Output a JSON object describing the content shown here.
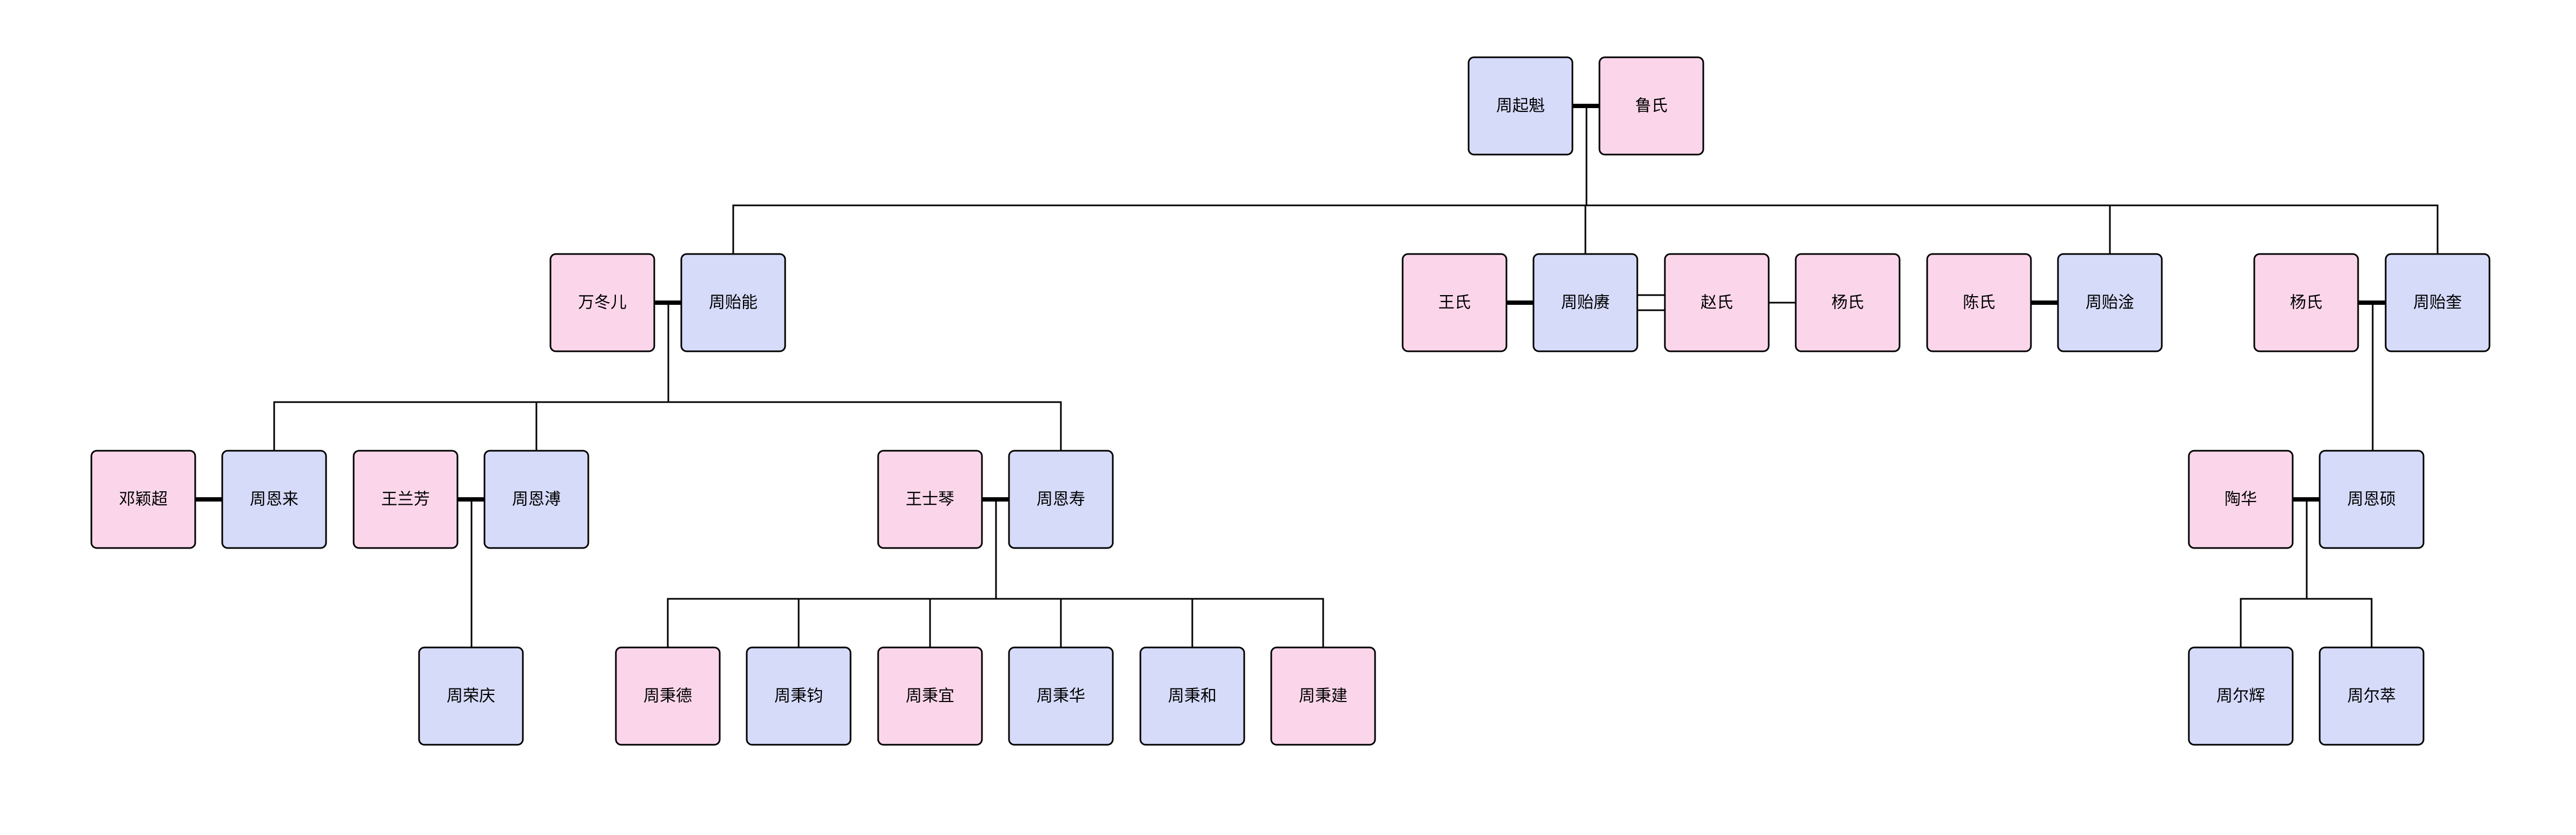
{
  "colors": {
    "male_fill": "#d6dbfa",
    "female_fill": "#fbd6ea",
    "border": "#000000",
    "line": "#000000",
    "background": "#ffffff"
  },
  "people": [
    {
      "id": "p_qikui",
      "name": "周起魁",
      "sex": "male"
    },
    {
      "id": "p_lushi",
      "name": "鲁氏",
      "sex": "female"
    },
    {
      "id": "p_wandonger",
      "name": "万冬儿",
      "sex": "female"
    },
    {
      "id": "p_yineng",
      "name": "周贻能",
      "sex": "male"
    },
    {
      "id": "p_wangshi",
      "name": "王氏",
      "sex": "female"
    },
    {
      "id": "p_yigeng",
      "name": "周贻赓",
      "sex": "male"
    },
    {
      "id": "p_zhaoshi",
      "name": "赵氏",
      "sex": "female"
    },
    {
      "id": "p_yangshi1",
      "name": "杨氏",
      "sex": "female"
    },
    {
      "id": "p_chenshi",
      "name": "陈氏",
      "sex": "female"
    },
    {
      "id": "p_yigan",
      "name": "周贻淦",
      "sex": "male"
    },
    {
      "id": "p_yangshi2",
      "name": "杨氏",
      "sex": "female"
    },
    {
      "id": "p_yikui",
      "name": "周贻奎",
      "sex": "male"
    },
    {
      "id": "p_dengyingchao",
      "name": "邓颖超",
      "sex": "female"
    },
    {
      "id": "p_enlai",
      "name": "周恩来",
      "sex": "male"
    },
    {
      "id": "p_wanglanfang",
      "name": "王兰芳",
      "sex": "female"
    },
    {
      "id": "p_enpu",
      "name": "周恩溥",
      "sex": "male"
    },
    {
      "id": "p_wangshiqin",
      "name": "王士琴",
      "sex": "female"
    },
    {
      "id": "p_enshou",
      "name": "周恩寿",
      "sex": "male"
    },
    {
      "id": "p_taohua",
      "name": "陶华",
      "sex": "female"
    },
    {
      "id": "p_enshuo",
      "name": "周恩硕",
      "sex": "male"
    },
    {
      "id": "p_rongqing",
      "name": "周荣庆",
      "sex": "male"
    },
    {
      "id": "p_bingde",
      "name": "周秉德",
      "sex": "female"
    },
    {
      "id": "p_bingjun",
      "name": "周秉钧",
      "sex": "male"
    },
    {
      "id": "p_bingyi",
      "name": "周秉宜",
      "sex": "female"
    },
    {
      "id": "p_binghua",
      "name": "周秉华",
      "sex": "male"
    },
    {
      "id": "p_binghe",
      "name": "周秉和",
      "sex": "male"
    },
    {
      "id": "p_bingjian",
      "name": "周秉建",
      "sex": "female"
    },
    {
      "id": "p_erhui",
      "name": "周尔辉",
      "sex": "male"
    },
    {
      "id": "p_ercui",
      "name": "周尔萃",
      "sex": "male"
    }
  ],
  "marriages": [
    {
      "id": "m_qikui",
      "partners": [
        "p_qikui",
        "p_lushi"
      ],
      "style": "single"
    },
    {
      "id": "m_yineng",
      "partners": [
        "p_wandonger",
        "p_yineng"
      ],
      "style": "single"
    },
    {
      "id": "m_yigeng_wang",
      "partners": [
        "p_wangshi",
        "p_yigeng"
      ],
      "style": "single"
    },
    {
      "id": "m_yigeng_zhao",
      "partners": [
        "p_yigeng",
        "p_zhaoshi"
      ],
      "style": "double"
    },
    {
      "id": "m_zhao_yang",
      "partners": [
        "p_zhaoshi",
        "p_yangshi1"
      ],
      "style": "thin"
    },
    {
      "id": "m_yigan",
      "partners": [
        "p_chenshi",
        "p_yigan"
      ],
      "style": "single"
    },
    {
      "id": "m_yikui",
      "partners": [
        "p_yangshi2",
        "p_yikui"
      ],
      "style": "single"
    },
    {
      "id": "m_enlai",
      "partners": [
        "p_dengyingchao",
        "p_enlai"
      ],
      "style": "single"
    },
    {
      "id": "m_enpu",
      "partners": [
        "p_wanglanfang",
        "p_enpu"
      ],
      "style": "single"
    },
    {
      "id": "m_enshou",
      "partners": [
        "p_wangshiqin",
        "p_enshou"
      ],
      "style": "single"
    },
    {
      "id": "m_enshuo",
      "partners": [
        "p_taohua",
        "p_enshuo"
      ],
      "style": "single"
    }
  ],
  "descents": [
    {
      "from": "m_qikui",
      "children": [
        "p_yineng",
        "p_yigeng",
        "p_yigan",
        "p_yikui"
      ]
    },
    {
      "from": "m_yineng",
      "children": [
        "p_enlai",
        "p_enpu",
        "p_enshou"
      ]
    },
    {
      "from": "m_yikui",
      "children": [
        "p_enshuo"
      ]
    },
    {
      "from": "m_enpu",
      "children": [
        "p_rongqing"
      ]
    },
    {
      "from": "m_enshou",
      "children": [
        "p_bingde",
        "p_bingjun",
        "p_bingyi",
        "p_binghua",
        "p_binghe",
        "p_bingjian"
      ]
    },
    {
      "from": "m_enshuo",
      "children": [
        "p_erhui",
        "p_ercui"
      ]
    }
  ]
}
